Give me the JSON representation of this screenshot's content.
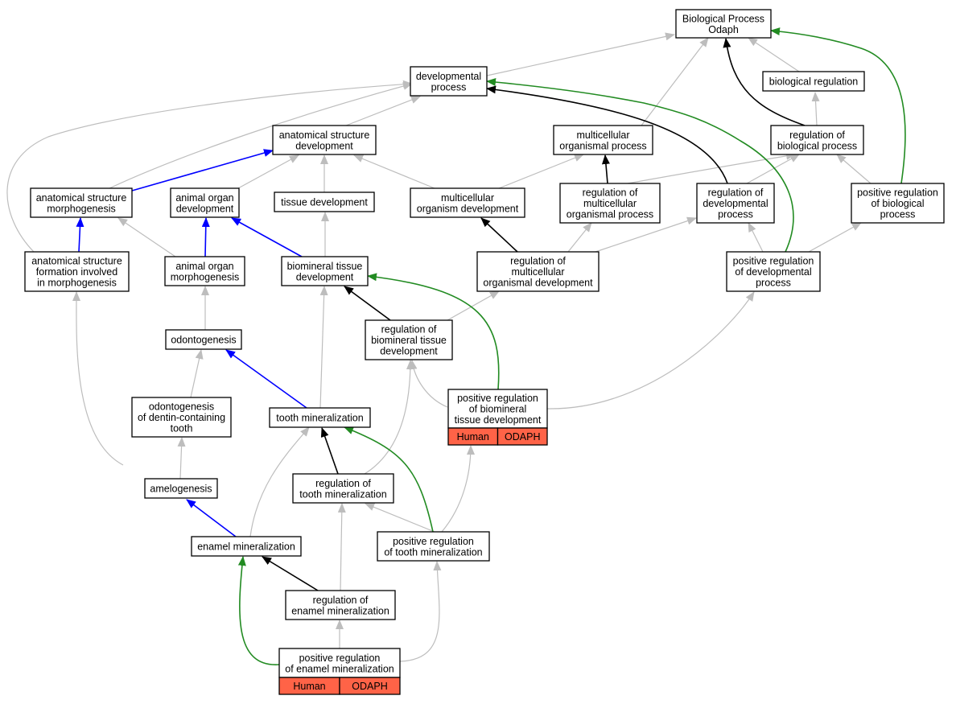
{
  "colors": {
    "is_a": "#bdbdbd",
    "part_of": "#0000ff",
    "regulates": "#000000",
    "positively_regulates": "#228b22",
    "annotation_fill": "#ff6347"
  },
  "nodes": {
    "bp": [
      "Biological Process",
      "Odaph"
    ],
    "devproc": [
      "developmental",
      "process"
    ],
    "bioreg": [
      "biological regulation"
    ],
    "asd": [
      "anatomical structure",
      "development"
    ],
    "mop": [
      "multicellular",
      "organismal process"
    ],
    "regbio": [
      "regulation of",
      "biological process"
    ],
    "asm": [
      "anatomical structure",
      "morphogenesis"
    ],
    "aod": [
      "animal organ",
      "development"
    ],
    "tisdev": [
      "tissue development"
    ],
    "mcod": [
      "multicellular",
      "organism development"
    ],
    "regmop": [
      "regulation of",
      "multicellular",
      "organismal process"
    ],
    "regdev": [
      "regulation of",
      "developmental",
      "process"
    ],
    "posregbio": [
      "positive regulation",
      "of biological",
      "process"
    ],
    "asfm": [
      "anatomical structure",
      "formation involved",
      "in morphogenesis"
    ],
    "aom": [
      "animal organ",
      "morphogenesis"
    ],
    "btd": [
      "biomineral tissue",
      "development"
    ],
    "regmcod": [
      "regulation of",
      "multicellular",
      "organismal development"
    ],
    "posregdev": [
      "positive regulation",
      "of developmental",
      "process"
    ],
    "odonto": [
      "odontogenesis"
    ],
    "regbtd": [
      "regulation of",
      "biomineral tissue",
      "development"
    ],
    "odontodct": [
      "odontogenesis",
      "of dentin-containing",
      "tooth"
    ],
    "toothmin": [
      "tooth mineralization"
    ],
    "posregbtd": [
      "positive regulation",
      "of biomineral",
      "tissue development"
    ],
    "amelo": [
      "amelogenesis"
    ],
    "regtoothmin": [
      "regulation of",
      "tooth mineralization"
    ],
    "enamelmin": [
      "enamel mineralization"
    ],
    "posregtoothmin": [
      "positive regulation",
      "of tooth mineralization"
    ],
    "regenamelmin": [
      "regulation of",
      "enamel mineralization"
    ],
    "posregenamelmin": [
      "positive regulation",
      "of enamel mineralization"
    ]
  },
  "annotations": {
    "posregbtd": [
      "Human",
      "ODAPH"
    ],
    "posregenamelmin": [
      "Human",
      "ODAPH"
    ]
  }
}
